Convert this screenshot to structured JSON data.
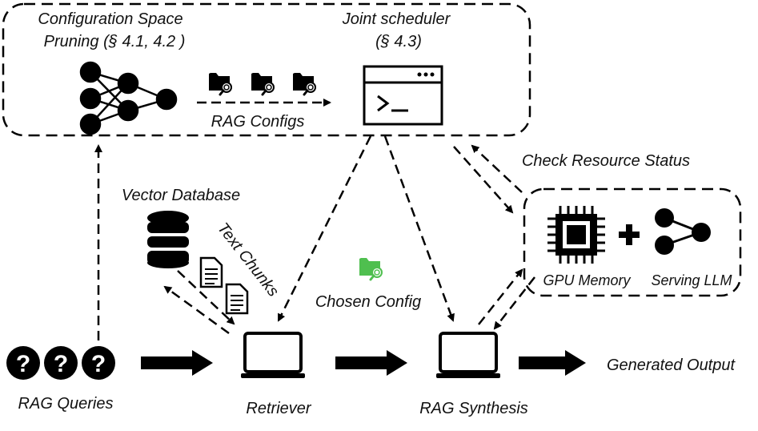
{
  "top_box": {
    "pruning_title_line1": "Configuration Space",
    "pruning_title_line2": "Pruning (§ 4.1, 4.2 )",
    "scheduler_title_line1": "Joint scheduler",
    "scheduler_title_line2": "(§ 4.3)",
    "rag_configs_label": "RAG Configs"
  },
  "resource_box": {
    "check_status_label": "Check Resource Status",
    "gpu_label": "GPU Memory",
    "llm_label": "Serving LLM"
  },
  "vector_db_label": "Vector Database",
  "text_chunks_label": "Text Chunks",
  "chosen_config_label": "Chosen Config",
  "queries_label": "RAG Queries",
  "query_symbols": [
    "?",
    "?",
    "?"
  ],
  "retriever_label": "Retriever",
  "synthesis_label": "RAG Synthesis",
  "output_label": "Generated Output",
  "colors": {
    "ink": "#000000",
    "accent_green": "#4fbf4f"
  }
}
